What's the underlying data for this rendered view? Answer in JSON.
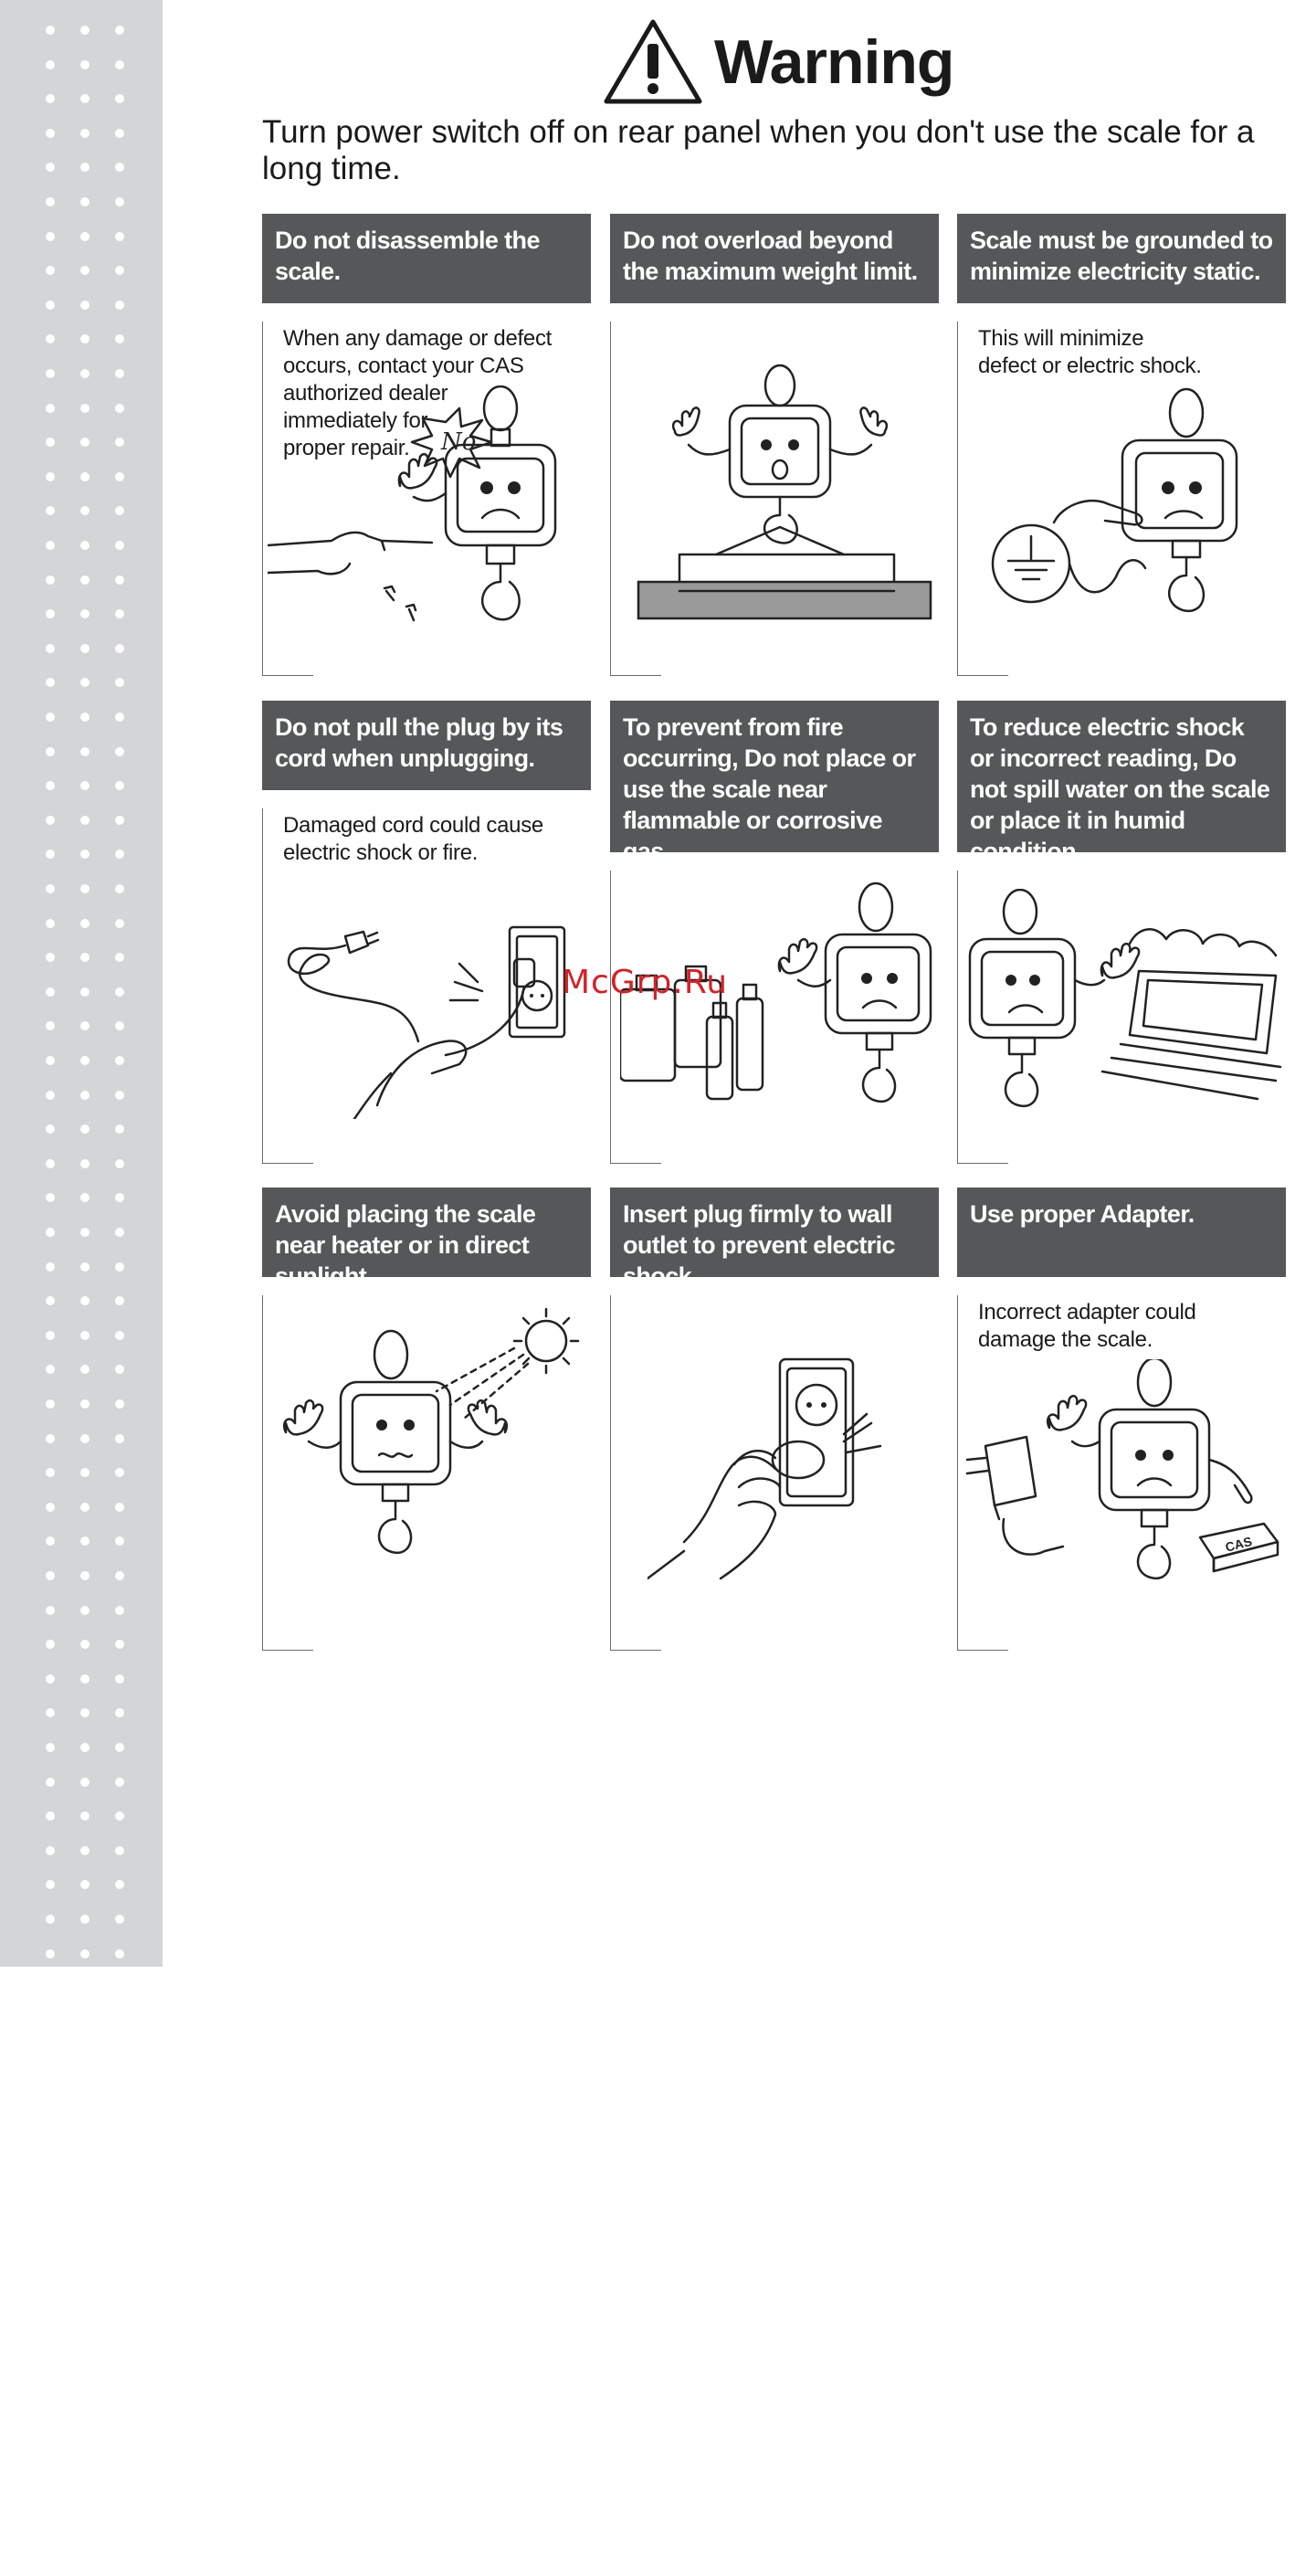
{
  "header": {
    "title": "Warning",
    "icon": "warning-triangle-icon"
  },
  "intro": "Turn power switch off on rear panel when you don't use the scale for a long time.",
  "cards": [
    {
      "title": "Do not disassemble the scale.",
      "desc": "When any damage or defect\noccurs, contact your CAS\nauthorized dealer\nimmediately for\nproper repair.",
      "label": "No"
    },
    {
      "title": "Do not overload beyond the maximum weight limit.",
      "desc": ""
    },
    {
      "title": "Scale must be grounded to minimize electricity static.",
      "desc": "This will minimize\ndefect or electric shock."
    },
    {
      "title": "Do not pull the plug by its cord when unplugging.",
      "desc": "Damaged cord could cause\nelectric shock or fire."
    },
    {
      "title": "To prevent from fire occurring, Do not place or use the scale near flammable or corrosive gas.",
      "desc": ""
    },
    {
      "title": "To reduce electric shock or incorrect reading, Do not spill water on the scale or place it in humid condition.",
      "desc": ""
    },
    {
      "title": "Avoid placing the scale near heater or in direct sunlight.",
      "desc": ""
    },
    {
      "title": "Insert plug firmly to wall outlet to prevent electric shock.",
      "desc": ""
    },
    {
      "title": "Use proper Adapter.",
      "desc": "Incorrect adapter could\ndamage the scale.",
      "box_label": "CAS"
    }
  ],
  "watermark": "McGrp.Ru",
  "colors": {
    "title_bg": "#555759",
    "sidebar": "#d4d5d7",
    "watermark": "#d2232a"
  }
}
